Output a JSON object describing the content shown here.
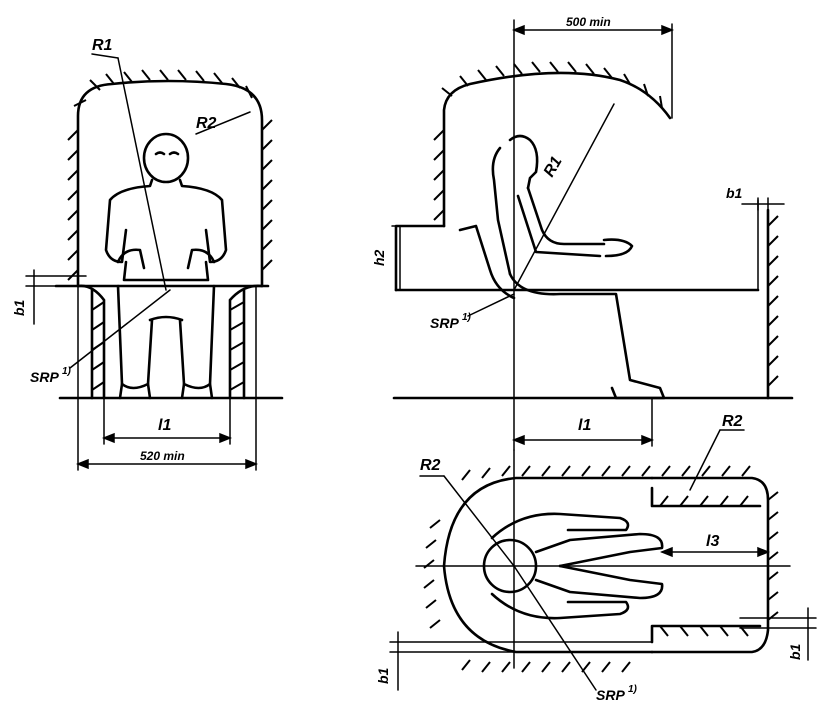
{
  "front_view": {
    "label_r1": "R1",
    "label_r2": "R2",
    "label_b1": "b1",
    "label_srp": "SRP",
    "label_srp_note": "1)",
    "label_l1": "l1",
    "dim_width": "520 min"
  },
  "side_view": {
    "dim_top": "500 min",
    "label_r1": "R1",
    "label_h2": "h2",
    "label_b1": "b1",
    "label_srp": "SRP",
    "label_srp_note": "1)",
    "label_l1": "l1"
  },
  "top_view": {
    "label_r2_left": "R2",
    "label_r2_right": "R2",
    "label_l3": "l3",
    "label_b1_left": "b1",
    "label_b1_right": "b1",
    "label_srp": "SRP",
    "label_srp_note": "1)"
  }
}
